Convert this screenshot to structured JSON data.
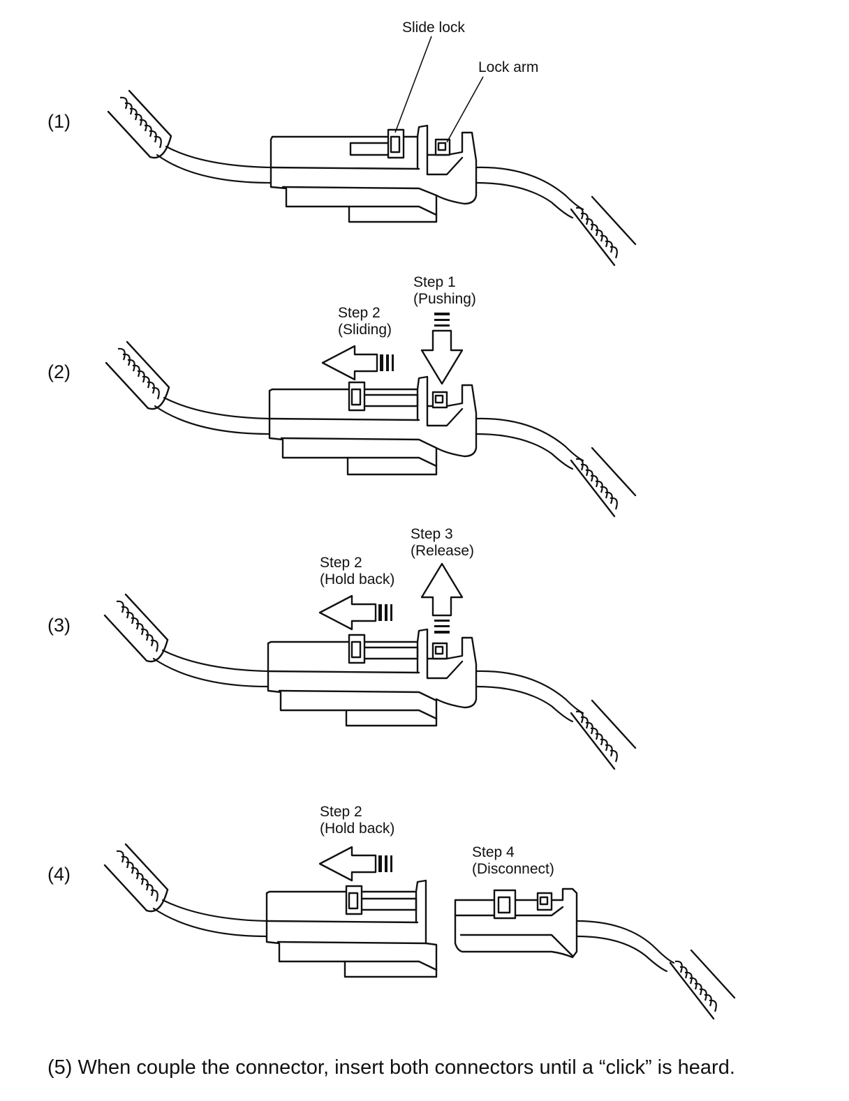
{
  "figure": {
    "panels": [
      {
        "id": "1",
        "label": "(1)",
        "callouts": [
          "Slide lock",
          "Lock arm"
        ]
      },
      {
        "id": "2",
        "label": "(2)",
        "steps": [
          {
            "title": "Step 2",
            "action": "(Sliding)"
          },
          {
            "title": "Step 1",
            "action": "(Pushing)"
          }
        ]
      },
      {
        "id": "3",
        "label": "(3)",
        "steps": [
          {
            "title": "Step 2",
            "action": "(Hold back)"
          },
          {
            "title": "Step 3",
            "action": "(Release)"
          }
        ]
      },
      {
        "id": "4",
        "label": "(4)",
        "steps": [
          {
            "title": "Step 2",
            "action": "(Hold back)"
          },
          {
            "title": "Step 4",
            "action": "(Disconnect)"
          }
        ]
      }
    ],
    "footnote": "(5) When couple the connector, insert both connectors until a “click” is heard."
  }
}
